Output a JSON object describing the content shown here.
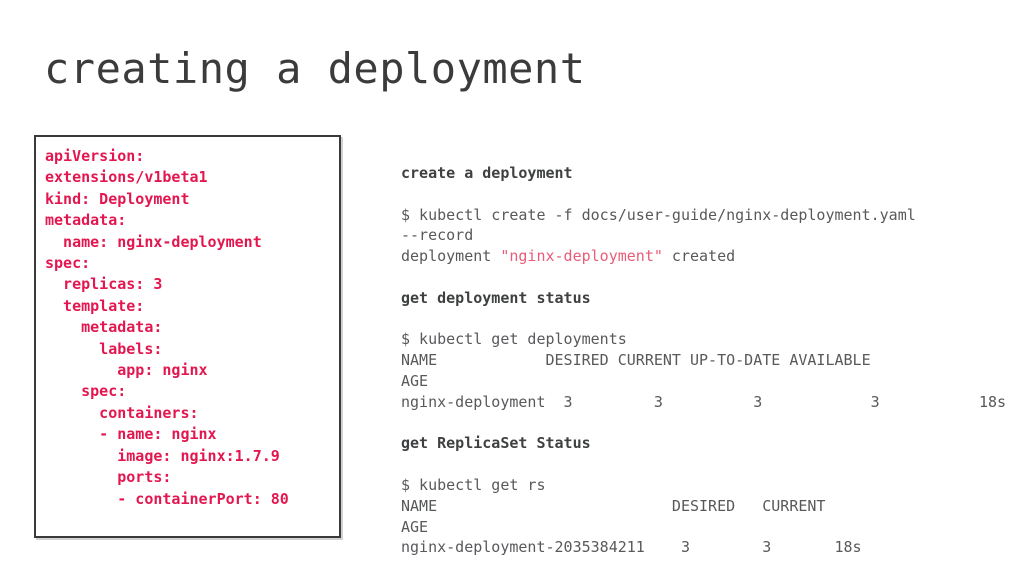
{
  "slide": {
    "title": "creating a deployment"
  },
  "colors": {
    "title": "#3b3b3c",
    "yaml_text": "#e3174f",
    "inline_red": "#ea5c78",
    "body_text": "#58595b",
    "heading_text": "#3f4041",
    "box_border": "#3a3a3a"
  },
  "yaml_box": {
    "lines": [
      "apiVersion:",
      "extensions/v1beta1",
      "kind: Deployment",
      "metadata:",
      "  name: nginx-deployment",
      "spec:",
      "  replicas: 3",
      "  template:",
      "    metadata:",
      "      labels:",
      "        app: nginx",
      "    spec:",
      "      containers:",
      "      - name: nginx",
      "        image: nginx:1.7.9",
      "        ports:",
      "        - containerPort: 80"
    ]
  },
  "terminal": {
    "lines": [
      [
        [
          "create a deployment",
          "bold"
        ]
      ],
      [],
      [
        [
          "$ kubectl create -f docs/user-guide/nginx-deployment.yaml",
          "plain"
        ]
      ],
      [
        [
          "--record",
          "plain"
        ]
      ],
      [
        [
          "deployment ",
          "plain"
        ],
        [
          "\"nginx-deployment\"",
          "red"
        ],
        [
          " created",
          "plain"
        ]
      ],
      [],
      [
        [
          "get deployment status",
          "bold"
        ]
      ],
      [],
      [
        [
          "$ kubectl get deployments",
          "plain"
        ]
      ],
      [
        [
          "NAME            DESIRED CURRENT UP-TO-DATE AVAILABLE",
          "plain"
        ]
      ],
      [
        [
          "AGE",
          "plain"
        ]
      ],
      [
        [
          "nginx-deployment  3         3          3            3           18s",
          "plain"
        ]
      ],
      [],
      [
        [
          "get ReplicaSet Status",
          "bold"
        ]
      ],
      [],
      [
        [
          "$ kubectl get rs",
          "plain"
        ]
      ],
      [
        [
          "NAME                          DESIRED   CURRENT",
          "plain"
        ]
      ],
      [
        [
          "AGE",
          "plain"
        ]
      ],
      [
        [
          "nginx-deployment-2035384211    3        3       18s",
          "plain"
        ]
      ]
    ]
  }
}
